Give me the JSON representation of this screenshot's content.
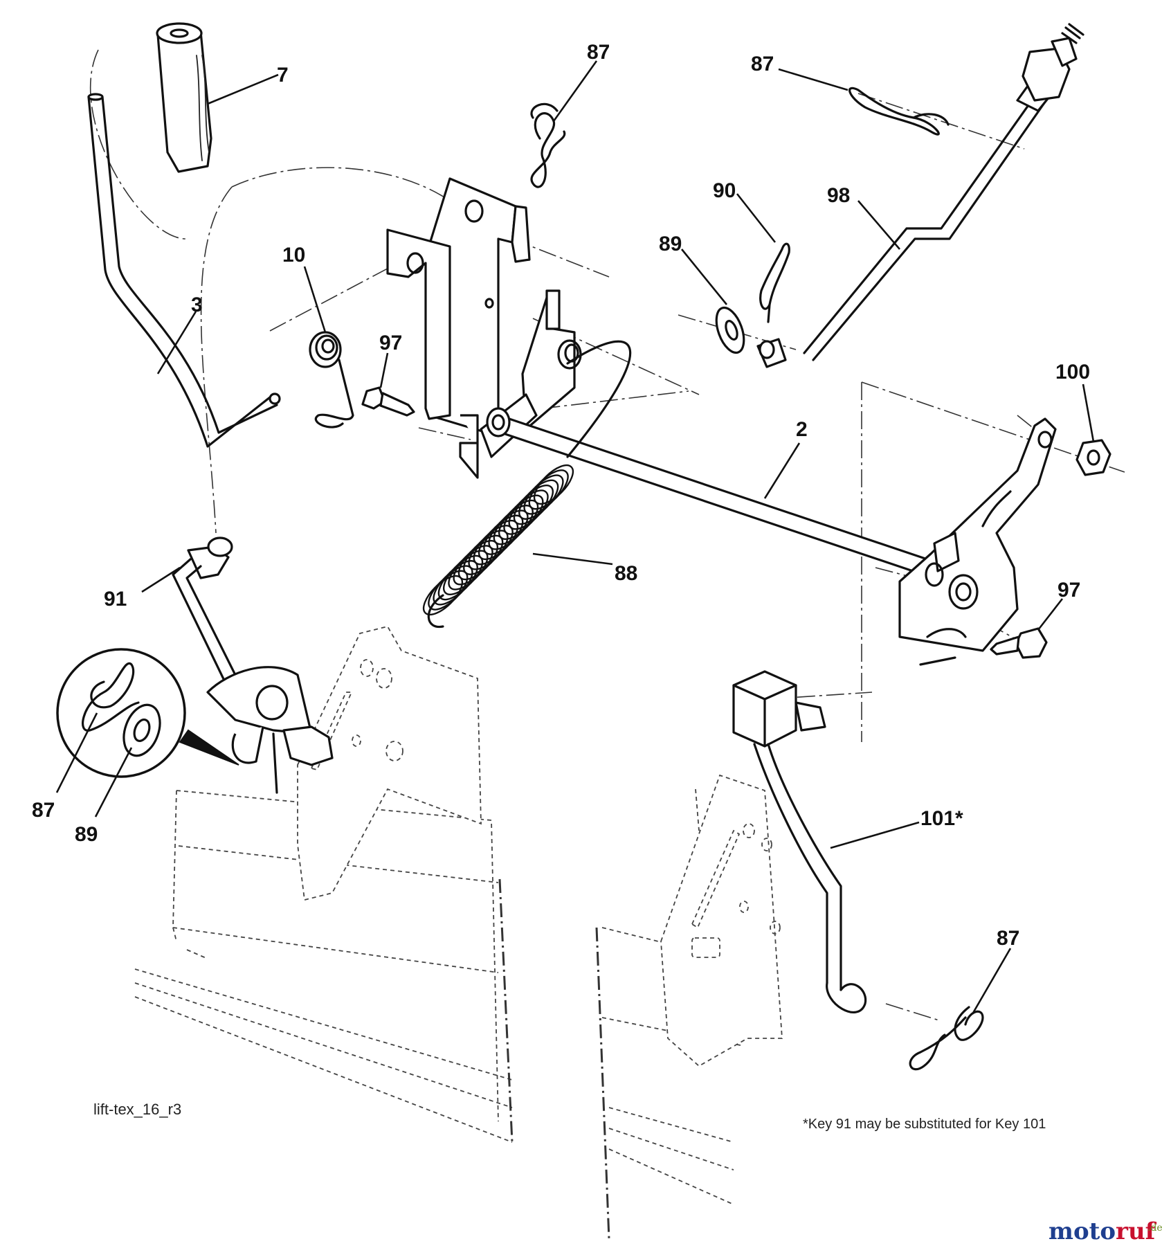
{
  "callouts": [
    {
      "id": "c7",
      "text": "7"
    },
    {
      "id": "c87a",
      "text": "87"
    },
    {
      "id": "c87b",
      "text": "87"
    },
    {
      "id": "c90",
      "text": "90"
    },
    {
      "id": "c98",
      "text": "98"
    },
    {
      "id": "c89a",
      "text": "89"
    },
    {
      "id": "c10",
      "text": "10"
    },
    {
      "id": "c3",
      "text": "3"
    },
    {
      "id": "c97a",
      "text": "97"
    },
    {
      "id": "c100",
      "text": "100"
    },
    {
      "id": "c2",
      "text": "2"
    },
    {
      "id": "c88",
      "text": "88"
    },
    {
      "id": "c91",
      "text": "91"
    },
    {
      "id": "c97b",
      "text": "97"
    },
    {
      "id": "c87c",
      "text": "87"
    },
    {
      "id": "c89b",
      "text": "89"
    },
    {
      "id": "c101",
      "text": "101*"
    },
    {
      "id": "c87d",
      "text": "87"
    }
  ],
  "drawing_id": "lift-tex_16_r3",
  "footnote": "*Key 91 may be substituted for Key 101",
  "watermark": {
    "main": "motoruf",
    "suffix": ".de"
  },
  "colors": {
    "line": "#111111",
    "background": "#ffffff",
    "watermark_blue": "#1f3f8f",
    "watermark_red": "#c8102e",
    "watermark_green": "#6b8e23"
  }
}
